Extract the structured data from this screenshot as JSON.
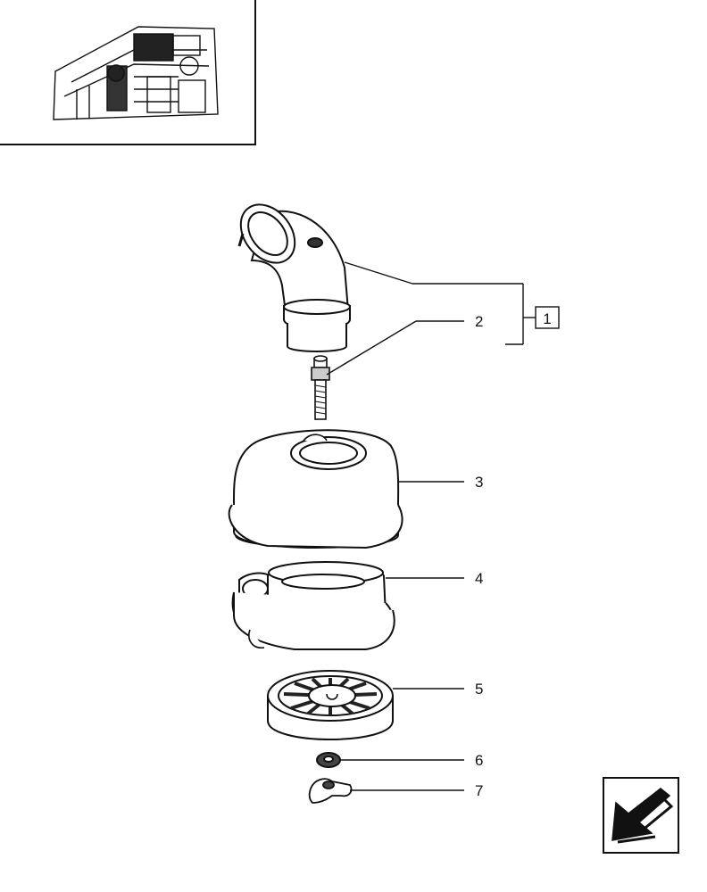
{
  "callouts": [
    {
      "id": "2",
      "label": "2"
    },
    {
      "id": "3",
      "label": "3"
    },
    {
      "id": "4",
      "label": "4"
    },
    {
      "id": "5",
      "label": "5"
    },
    {
      "id": "6",
      "label": "6"
    },
    {
      "id": "7",
      "label": "7"
    }
  ],
  "assembly_ref": "1",
  "icons": {
    "thumbnail": "engine-thumbnail-icon",
    "nav": "previous-page-arrow-icon"
  }
}
